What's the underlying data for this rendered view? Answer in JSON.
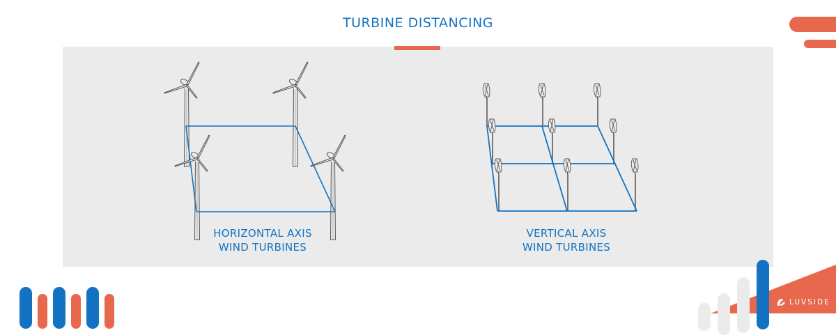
{
  "header": {
    "title": "TURBINE DISTANCING"
  },
  "diagrams": [
    {
      "id": "hawt",
      "label_line1": "HORIZONTAL AXIS",
      "label_line2": "WIND TURBINES",
      "turbine_count": 4,
      "layout": "2 x 2"
    },
    {
      "id": "vawt",
      "label_line1": "VERTICAL AXIS",
      "label_line2": "WIND TURBINES",
      "turbine_count": 9,
      "layout": "3 x 3"
    }
  ],
  "brand": {
    "name": "LUVSIDE",
    "logo_icon": "luvside-logo-icon"
  },
  "colors": {
    "primary_blue": "#1373c2",
    "accent_orange": "#e8684e",
    "panel_gray": "#ebebeb",
    "light_gray": "#ebebeb",
    "line_dark": "#555555"
  },
  "decor": {
    "top_right": "orange-pill-bars-icon",
    "bottom_left": "blue-orange-bar-pattern-icon",
    "bottom_right": "gray-blue-rising-bars-icon"
  }
}
